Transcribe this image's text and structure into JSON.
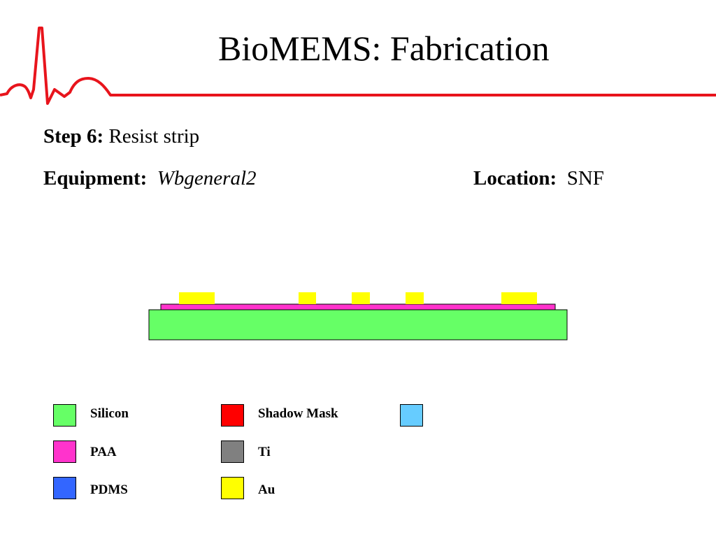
{
  "slide": {
    "title": "BioMEMS: Fabrication"
  },
  "step": {
    "label": "Step 6:",
    "value": "Resist strip"
  },
  "equipment": {
    "label": "Equipment:",
    "value": "Wbgeneral2"
  },
  "location": {
    "label": "Location:",
    "value": "SNF"
  },
  "colors": {
    "accent_line": "#e8141c",
    "silicon": "#66ff66",
    "paa": "#ff33cc",
    "pdms": "#3366ff",
    "shadow_mask": "#ff0000",
    "ti": "#808080",
    "au": "#ffff00",
    "unlabeled": "#66ccff"
  },
  "cross_section": {
    "layers": [
      "silicon",
      "paa",
      "au"
    ],
    "au_pad_count": 5
  },
  "legend": [
    {
      "label": "Silicon",
      "color": "#66ff66"
    },
    {
      "label": "PAA",
      "color": "#ff33cc"
    },
    {
      "label": "PDMS",
      "color": "#3366ff"
    },
    {
      "label": "Shadow Mask",
      "color": "#ff0000"
    },
    {
      "label": "Ti",
      "color": "#808080"
    },
    {
      "label": "Au",
      "color": "#ffff00"
    },
    {
      "label": "",
      "color": "#66ccff"
    }
  ],
  "icons": [
    "heartbeat-line-icon"
  ]
}
